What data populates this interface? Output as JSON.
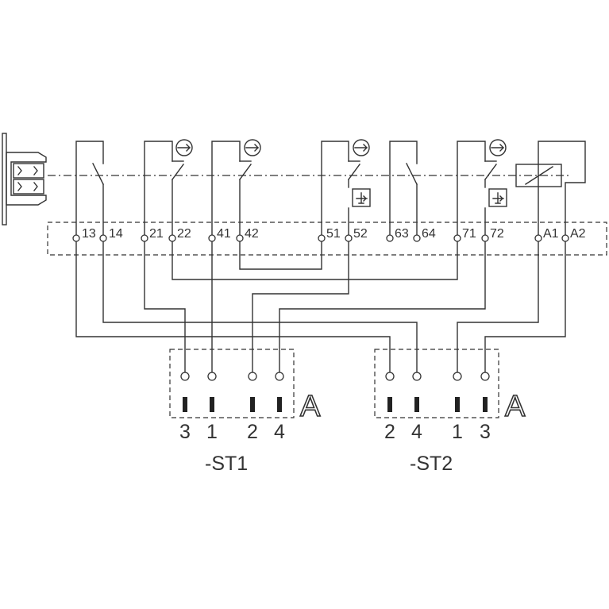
{
  "terminals": [
    "13",
    "14",
    "21",
    "22",
    "41",
    "42",
    "51",
    "52",
    "63",
    "64",
    "71",
    "72",
    "A1",
    "A2"
  ],
  "connectors": [
    {
      "name": "-ST1",
      "pins": [
        "3",
        "1",
        "2",
        "4"
      ],
      "mark": "A"
    },
    {
      "name": "-ST2",
      "pins": [
        "2",
        "4",
        "1",
        "3"
      ],
      "mark": "A"
    }
  ]
}
